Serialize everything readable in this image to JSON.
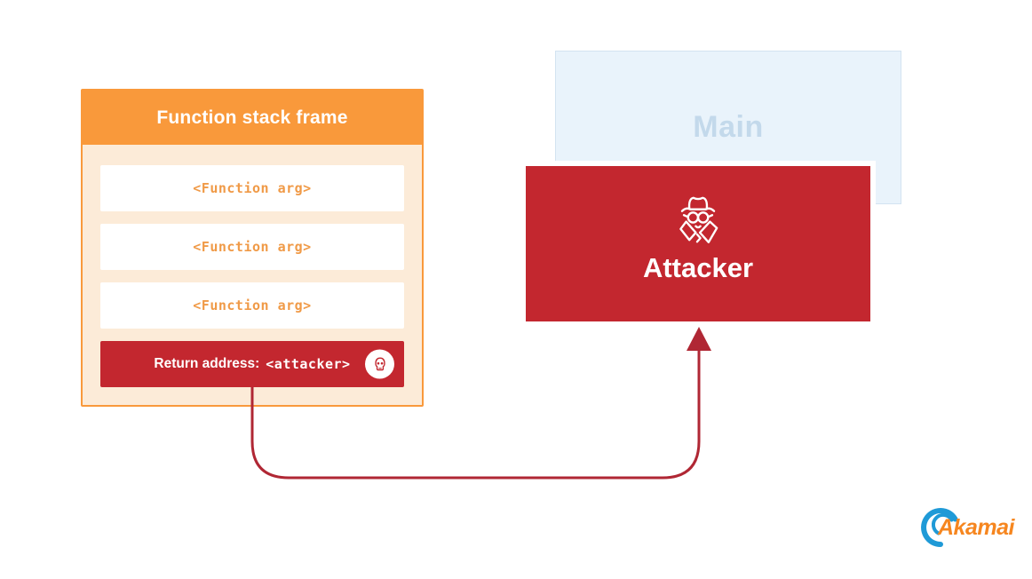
{
  "stack_frame": {
    "title": "Function stack frame",
    "args": [
      "<Function arg>",
      "<Function arg>",
      "<Function arg>"
    ],
    "return_label": "Return address:",
    "return_value": "<attacker>"
  },
  "main": {
    "label": "Main"
  },
  "attacker": {
    "label": "Attacker"
  },
  "logo": {
    "text": "Akamai"
  },
  "icons": {
    "return_row_badge": "skull-icon",
    "attacker_figure": "spy-icon",
    "logo_mark": "akamai-swoosh-icon"
  },
  "colors": {
    "orange": "#F9993B",
    "cream": "#FCEBD8",
    "arg_text_orange": "#F09A47",
    "red": "#C3272F",
    "arrow_red": "#B02734",
    "main_fill": "#E9F3FB",
    "main_border": "#D3E3F1",
    "main_text": "#C3D9EB",
    "akamai_blue": "#1F9AD7",
    "akamai_orange": "#F6861F",
    "white": "#FFFFFF"
  }
}
